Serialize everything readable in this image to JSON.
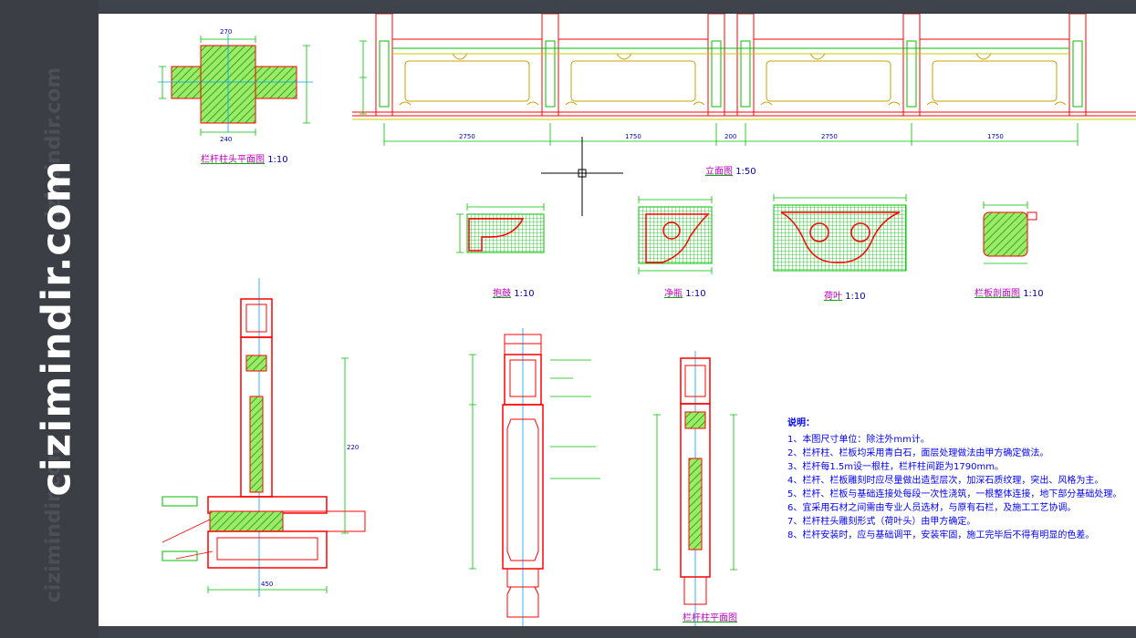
{
  "watermark": {
    "text": "cizimindir.com",
    "faint_text": "cizimindir.com"
  },
  "drawing": {
    "titles": [
      {
        "title": "栏杆柱头平面图",
        "scale": "1:10"
      },
      {
        "title": "立面图",
        "scale": "1:50"
      },
      {
        "title": "抱鼓",
        "scale": "1:10"
      },
      {
        "title": "净瓶",
        "scale": "1:10"
      },
      {
        "title": "荷叶",
        "scale": "1:10"
      },
      {
        "title": "栏板剖面图",
        "scale": "1:10"
      },
      {
        "title": "栏杆柱平面图",
        "scale": ""
      }
    ],
    "elevation_dims": [
      "2750",
      "1750",
      "200",
      "2750",
      "1750"
    ],
    "plan_dims": [
      "270",
      "240"
    ],
    "base_dims": [
      "450",
      "220"
    ]
  },
  "notes": {
    "heading": "说明：",
    "items": [
      "1、本图尺寸单位：除注外mm计。",
      "2、栏杆柱、栏板均采用青白石，面层处理做法由甲方确定做法。",
      "3、栏杆每1.5m设一根柱，栏杆柱间距为1790mm。",
      "4、栏杆、栏板雕刻时应尽量做出造型层次，加深石质纹理，突出、风格为主。",
      "5、栏杆、栏板与基础连接处每段一次性浇筑，一根整体连接，地下部分基础处理。",
      "6、宜采用石材之间需由专业人员选材，与原有石栏，及施工工艺协调。",
      "7、栏杆柱头雕刻形式（荷叶头）由甲方确定。",
      "8、栏杆安装时，应与基础调平，安装牢固，施工完毕后不得有明显的色差。"
    ]
  },
  "colors": {
    "red": "#ff0000",
    "green": "#00c000",
    "yellow": "#c8c800",
    "blue": "#0000ff",
    "magenta": "#c000c0"
  }
}
